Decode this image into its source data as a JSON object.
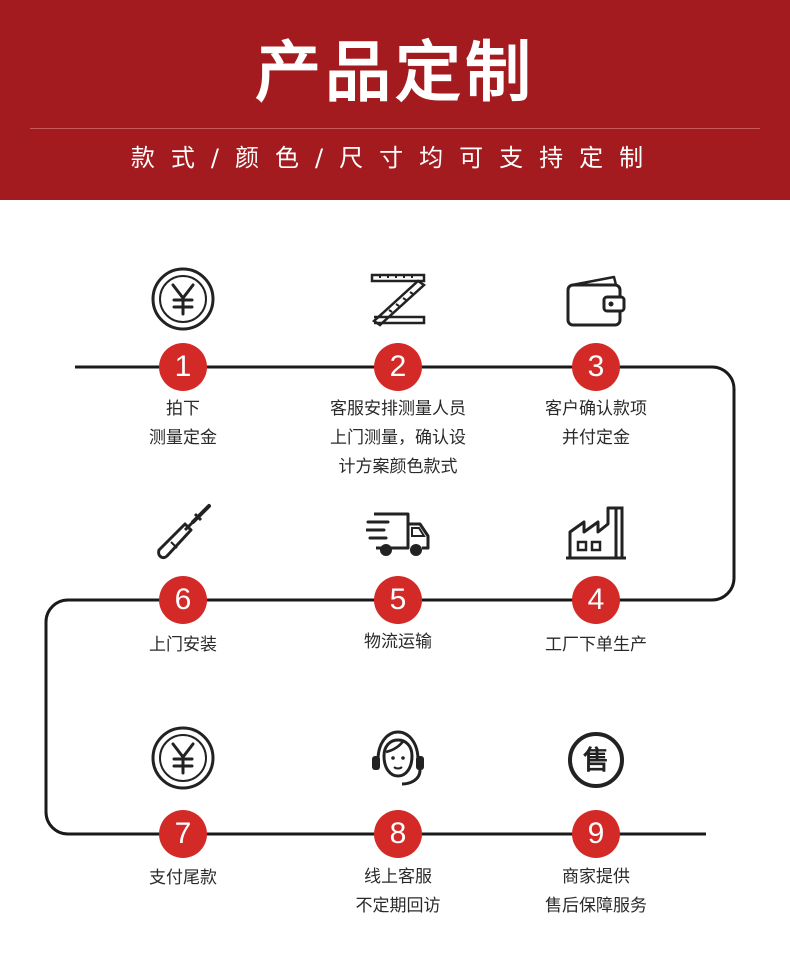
{
  "header": {
    "title": "产品定制",
    "subtitle": "款式/颜色/尺寸均可支持定制"
  },
  "colors": {
    "banner": "#a31b1e",
    "badge": "#d32a28",
    "line": "#1a1a1a"
  },
  "steps": [
    {
      "number": "1",
      "icon": "yen-coin-icon",
      "lines": [
        "拍下",
        "测量定金"
      ]
    },
    {
      "number": "2",
      "icon": "ruler-icon",
      "lines": [
        "客服安排测量人员",
        "上门测量，确认设",
        "计方案颜色款式"
      ]
    },
    {
      "number": "3",
      "icon": "wallet-icon",
      "lines": [
        "客户确认款项",
        "并付定金"
      ]
    },
    {
      "number": "4",
      "icon": "factory-icon",
      "lines": [
        "工厂下单生产"
      ]
    },
    {
      "number": "5",
      "icon": "delivery-truck-icon",
      "lines": [
        "物流运输"
      ]
    },
    {
      "number": "6",
      "icon": "screwdriver-icon",
      "lines": [
        "上门安装"
      ]
    },
    {
      "number": "7",
      "icon": "yen-coin-icon",
      "lines": [
        "支付尾款"
      ]
    },
    {
      "number": "8",
      "icon": "customer-service-headset-icon",
      "lines": [
        "线上客服",
        "不定期回访"
      ]
    },
    {
      "number": "9",
      "icon": "after-sales-badge-icon",
      "badge_text": "售",
      "lines": [
        "商家提供",
        "售后保障服务"
      ]
    }
  ]
}
